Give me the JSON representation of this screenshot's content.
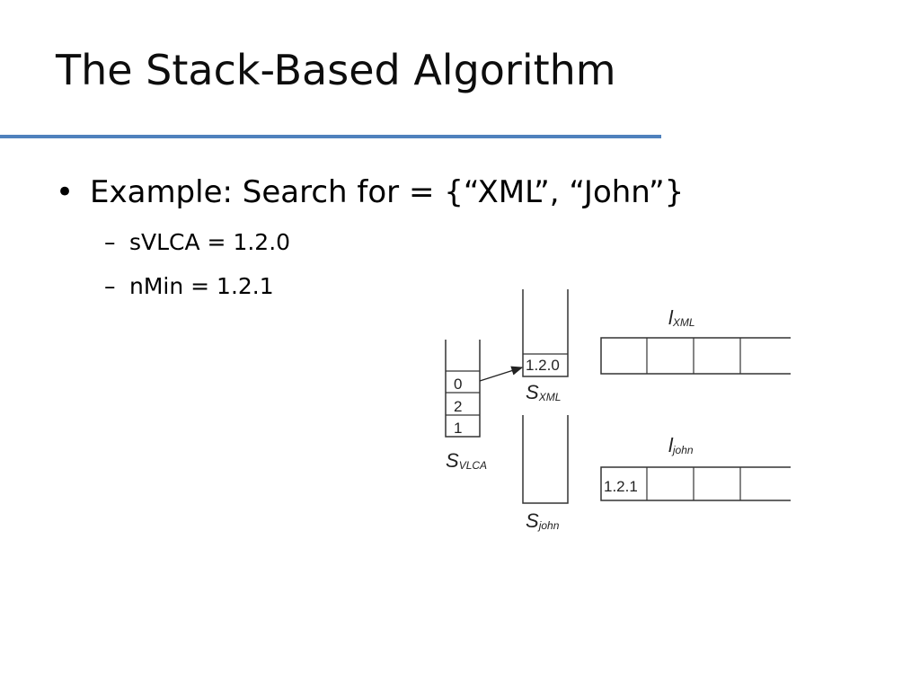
{
  "slide": {
    "title": "The Stack-Based Algorithm",
    "bullet": "Example: Search for = {“XML”, “John”}",
    "bullet_marker": "•",
    "subbullet_marker": "–",
    "subbullets": [
      "sVLCA = 1.2.0",
      "nMin = 1.2.1"
    ],
    "accent_color": "#4f81bd"
  },
  "diagram": {
    "s_vlca": {
      "cells": [
        "0",
        "2",
        "1"
      ],
      "label_main": "S",
      "label_sub": "VLCA"
    },
    "s_xml": {
      "cell": "1.2.0",
      "label_main": "S",
      "label_sub": "XML"
    },
    "s_john": {
      "label_main": "S",
      "label_sub": "john"
    },
    "l_xml": {
      "label_main": "l",
      "label_sub": "XML",
      "cells": [
        "",
        "",
        "",
        ""
      ]
    },
    "l_john": {
      "label_main": "l",
      "label_sub": "john",
      "cells": [
        "1.2.1",
        "",
        "",
        ""
      ]
    }
  }
}
